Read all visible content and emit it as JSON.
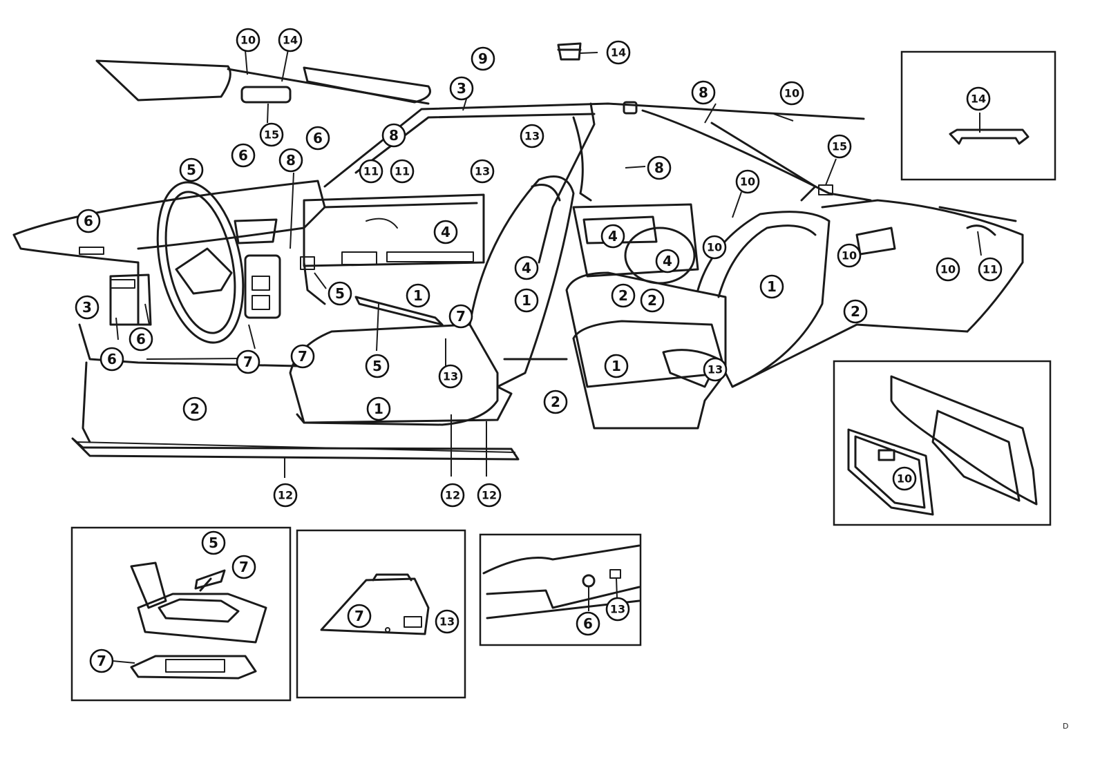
{
  "callouts": {
    "c1": "1",
    "c2": "2",
    "c3": "3",
    "c4": "4",
    "c5": "5",
    "c6": "6",
    "c7": "7",
    "c8": "8",
    "c9": "9",
    "c10": "10",
    "c11": "11",
    "c12": "12",
    "c13": "13",
    "c14": "14",
    "c15": "15"
  },
  "corner_mark": "D"
}
